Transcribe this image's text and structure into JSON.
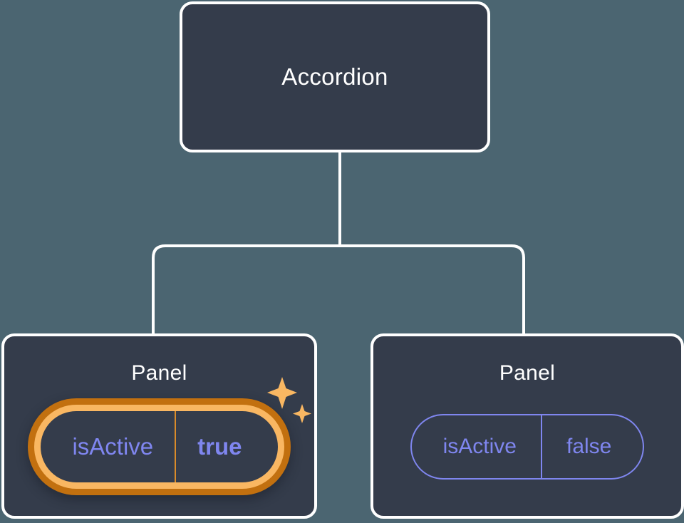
{
  "diagram": {
    "type": "component-tree",
    "background_color": "#4b6571",
    "node_fill_color": "#343c4b",
    "node_border_color": "#ffffff",
    "connector_color": "#ffffff",
    "prop_text_color": "#7f86ef",
    "highlight_outer_color": "#c2700f",
    "highlight_inner_color": "#f9b762",
    "sparkle_color": "#f9b762",
    "root": {
      "title": "Accordion"
    },
    "children": [
      {
        "title": "Panel",
        "highlighted": true,
        "prop": {
          "key": "isActive",
          "value": "true"
        },
        "sparkle_icons": [
          "sparkle-large-icon",
          "sparkle-small-icon"
        ]
      },
      {
        "title": "Panel",
        "highlighted": false,
        "prop": {
          "key": "isActive",
          "value": "false"
        }
      }
    ]
  }
}
